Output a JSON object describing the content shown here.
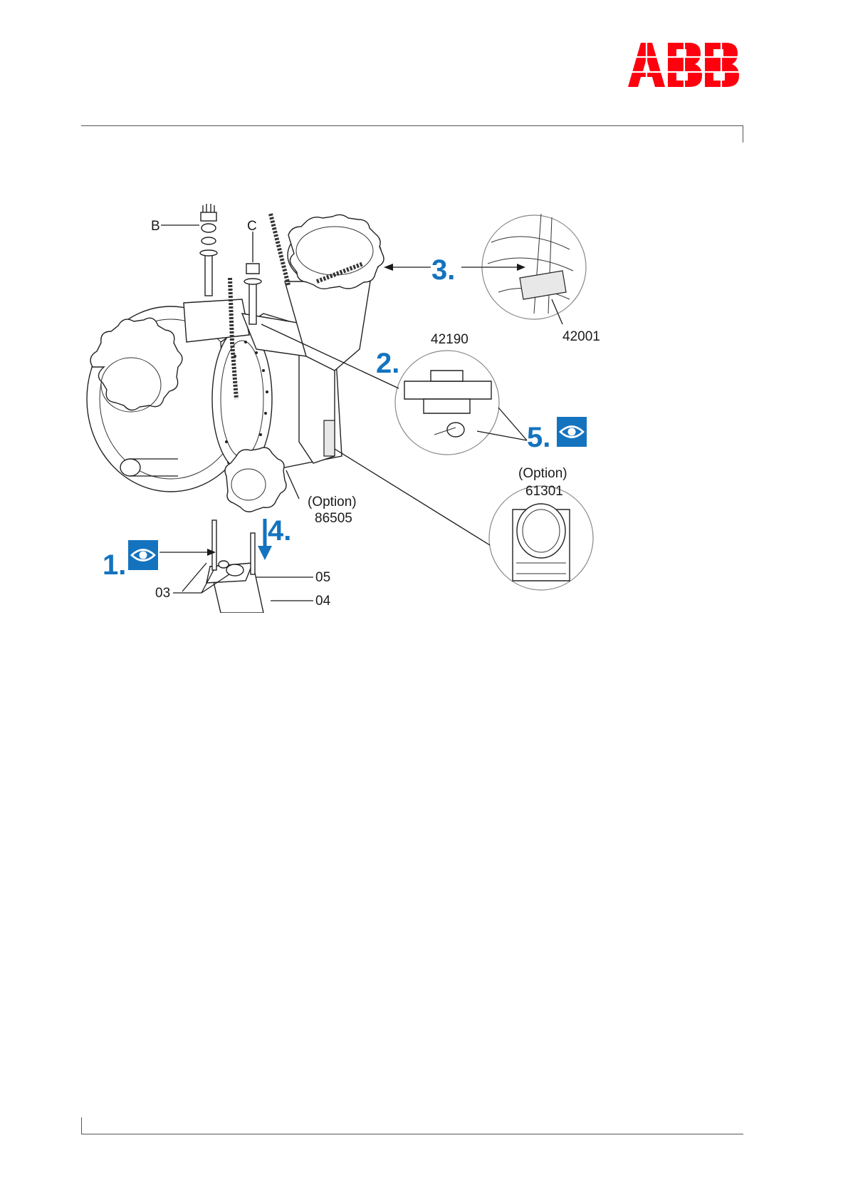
{
  "header": {
    "logo_text": "ABB",
    "logo_color": "#ff000f"
  },
  "figure": {
    "callouts": {
      "B": "B",
      "C": "C",
      "p42190": "42190",
      "p42001": "42001",
      "option1": "(Option)",
      "p86505": "86505",
      "option2": "(Option)",
      "p61301": "61301",
      "p03": "03",
      "p05": "05",
      "p04": "04"
    },
    "steps": {
      "s1": "1.",
      "s2": "2.",
      "s3": "3.",
      "s4": "4.",
      "s5": "5."
    },
    "accent_color": "#1473be",
    "icons": [
      "eye-icon",
      "eye-icon"
    ]
  }
}
